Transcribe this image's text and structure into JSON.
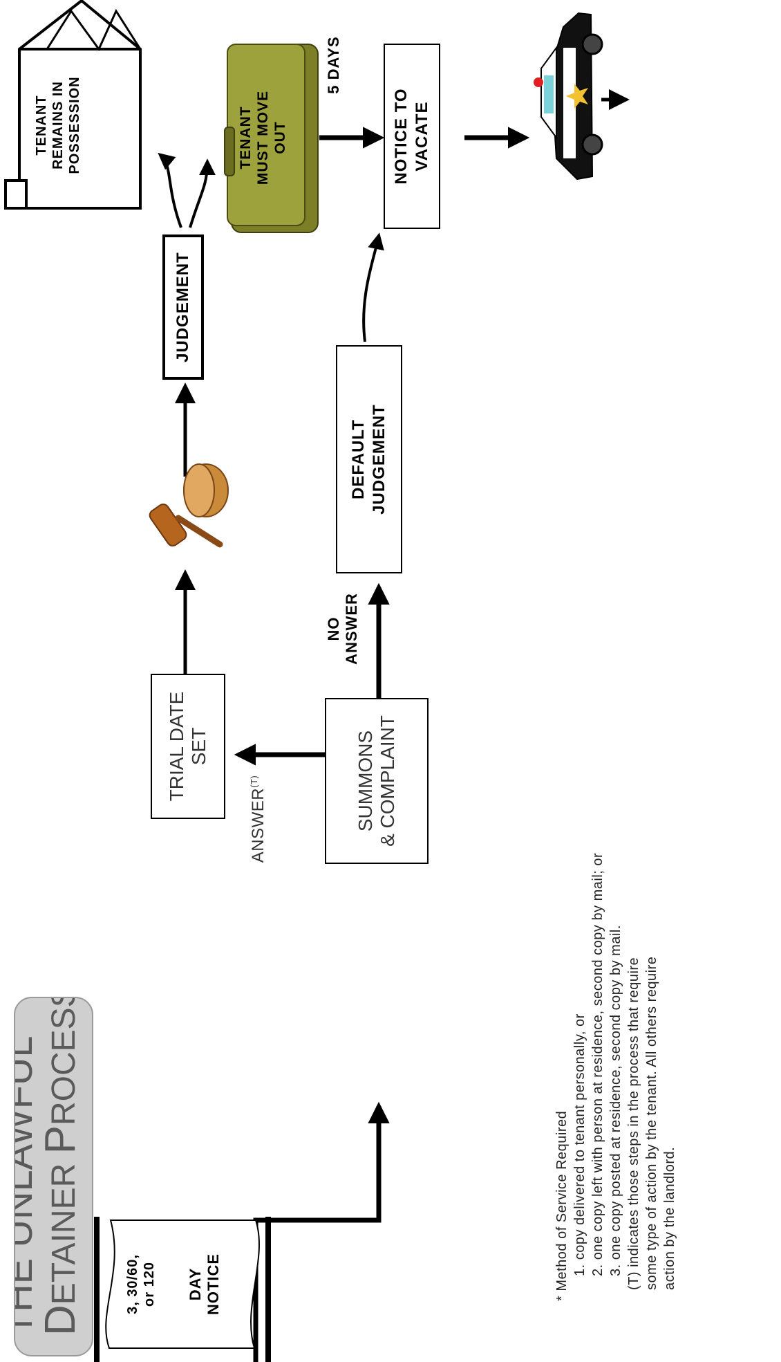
{
  "title": {
    "line1": "THE UNLAWFUL",
    "line2_cap1": "D",
    "line2_rest1": "ETAINER ",
    "line2_cap2": "P",
    "line2_rest2": "ROCESS"
  },
  "notice": {
    "line1": "3, 30/60,",
    "line2": "or 120",
    "line3": "DAY",
    "line4": "NOTICE"
  },
  "nodes": {
    "summons": {
      "line1": "SUMMONS",
      "line2": "& COMPLAINT"
    },
    "trial": {
      "line1": "TRIAL DATE",
      "line2": "SET"
    },
    "default_judgement": {
      "line1": "DEFAULT",
      "line2": "JUDGEMENT"
    },
    "judgement": "JUDGEMENT",
    "tenant_move": {
      "line1": "TENANT",
      "line2": "MUST MOVE",
      "line3": "OUT"
    },
    "tenant_remains": {
      "line1": "TENANT",
      "line2": "REMAINS IN",
      "line3": "POSSESSION"
    },
    "notice_vacate": {
      "line1": "NOTICE TO",
      "line2": "VACATE"
    }
  },
  "edge_labels": {
    "answer": "ANSWER",
    "answer_sup": "(T)",
    "no_answer_1": "NO",
    "no_answer_2": "ANSWER",
    "five_days": "5 DAYS"
  },
  "footnote": {
    "heading": "* Method of Service Required",
    "item1": "1. copy delivered to tenant personally, or",
    "item2": "2. one copy left with person at residence, second copy by mail; or",
    "item3": "3. one copy posted at residence, second copy by mail.",
    "t_line1": "(T) indicates those steps in the process that require",
    "t_line2": "some type of action by the tenant.  All others require",
    "t_line3": "action by the landlord."
  },
  "colors": {
    "briefcase": "#8c8f2e",
    "gavel": "#b5651d",
    "title_bg": "#cfcfcf"
  }
}
